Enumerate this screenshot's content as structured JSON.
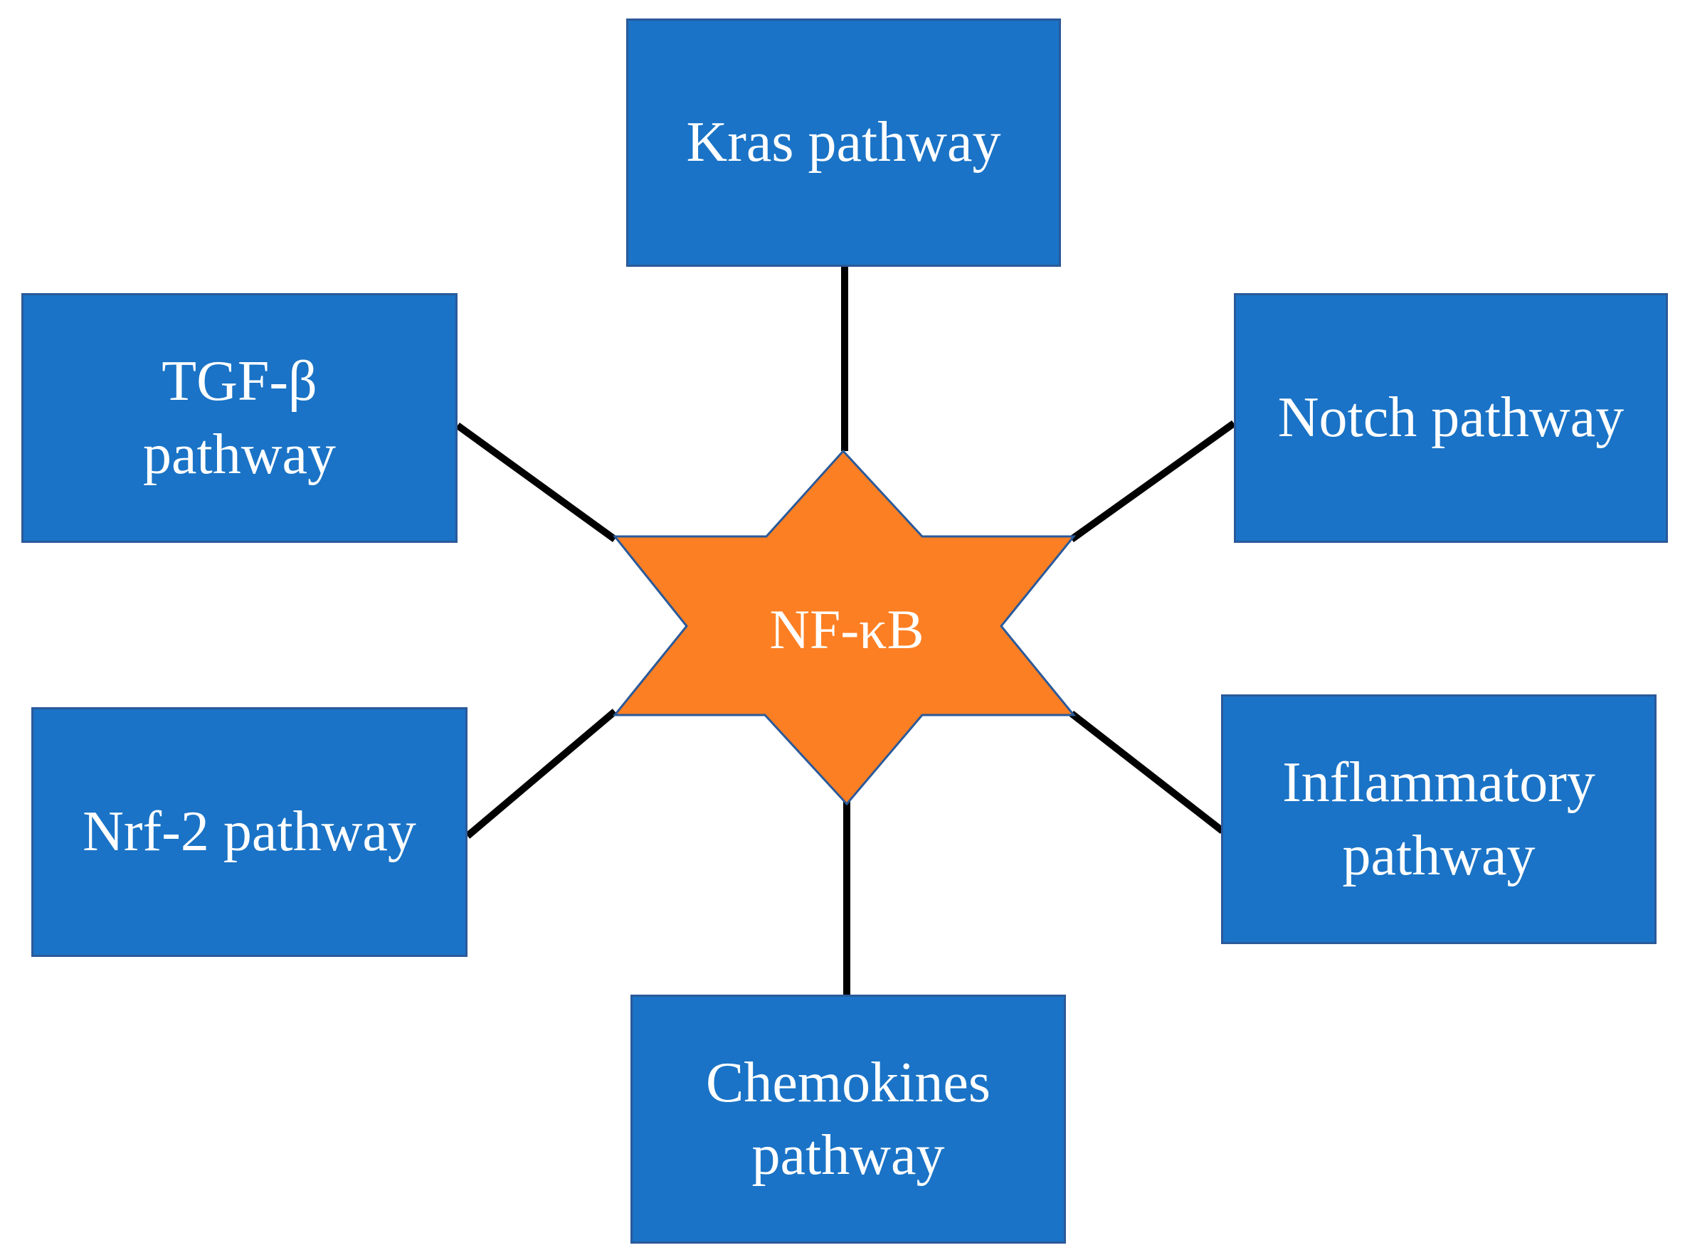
{
  "colors": {
    "box_fill": "#1a73c6",
    "box_border": "#2a5a9a",
    "hub_fill": "#fd7f23",
    "hub_border": "#2a5a9a",
    "connector": "#000000",
    "text": "#ffffff"
  },
  "hub": {
    "label": "NF-κB"
  },
  "nodes": {
    "kras": {
      "line1": "Kras pathway"
    },
    "tgf": {
      "line1": "TGF-β",
      "line2": "pathway"
    },
    "notch": {
      "line1": "Notch pathway"
    },
    "nrf": {
      "line1": "Nrf-2 pathway"
    },
    "inflammatory": {
      "line1": "Inflammatory",
      "line2": "pathway"
    },
    "chemokines": {
      "line1": "Chemokines",
      "line2": "pathway"
    }
  }
}
